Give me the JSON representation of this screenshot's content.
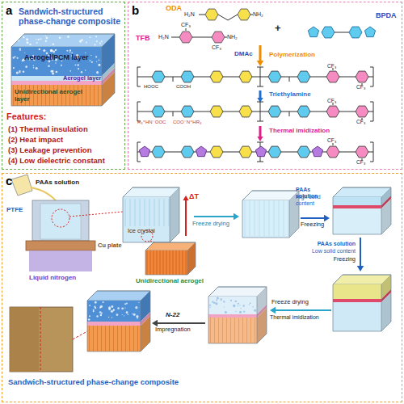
{
  "diagram": {
    "nodes": [
      {
        "text": [
          "a",
          "Sandwich-structured phase-change composite"
        ]
      },
      {
        "text": [
          "b"
        ]
      },
      {
        "text": [
          "c"
        ]
      }
    ],
    "labels": [
      "Aerogel/PCM layer",
      "Aerogel layer",
      "Unidirectional aerogel layer",
      "Features:",
      "(1) Thermal insulation",
      "(2) Heat impact",
      "(3) Leakage prevention",
      "(4) Low dielectric constant",
      "ODA",
      "H₂N",
      "NH₂",
      "TFB",
      "H₂N",
      "CF₃",
      "NH₂",
      "CF₃",
      "+",
      "BPDA",
      "DMAc",
      "Polymerization",
      "HOOC",
      "COOH",
      "CF₃",
      "CF₃",
      "Triethylamine",
      "R₃⁺HN⁻OOC",
      "COO⁻N⁺HR₃",
      "CF₃",
      "CF₃",
      "Thermal imidization",
      "CF₃",
      "CF₃",
      "PAAs solution",
      "PTFE",
      "Liquid nitrogen",
      "Cu plate",
      "Ice crystal",
      "ΔT",
      "Freeze drying",
      "PAAs solution",
      "High solid content",
      "Freezing",
      "Unidirectional aerogel",
      "PAAs solution",
      "Low solid content",
      "Freezing",
      "Freeze drying",
      "Thermal imidization",
      "N-22",
      "Impregnation",
      "Sandwich-structured phase-change composite"
    ]
  }
}
